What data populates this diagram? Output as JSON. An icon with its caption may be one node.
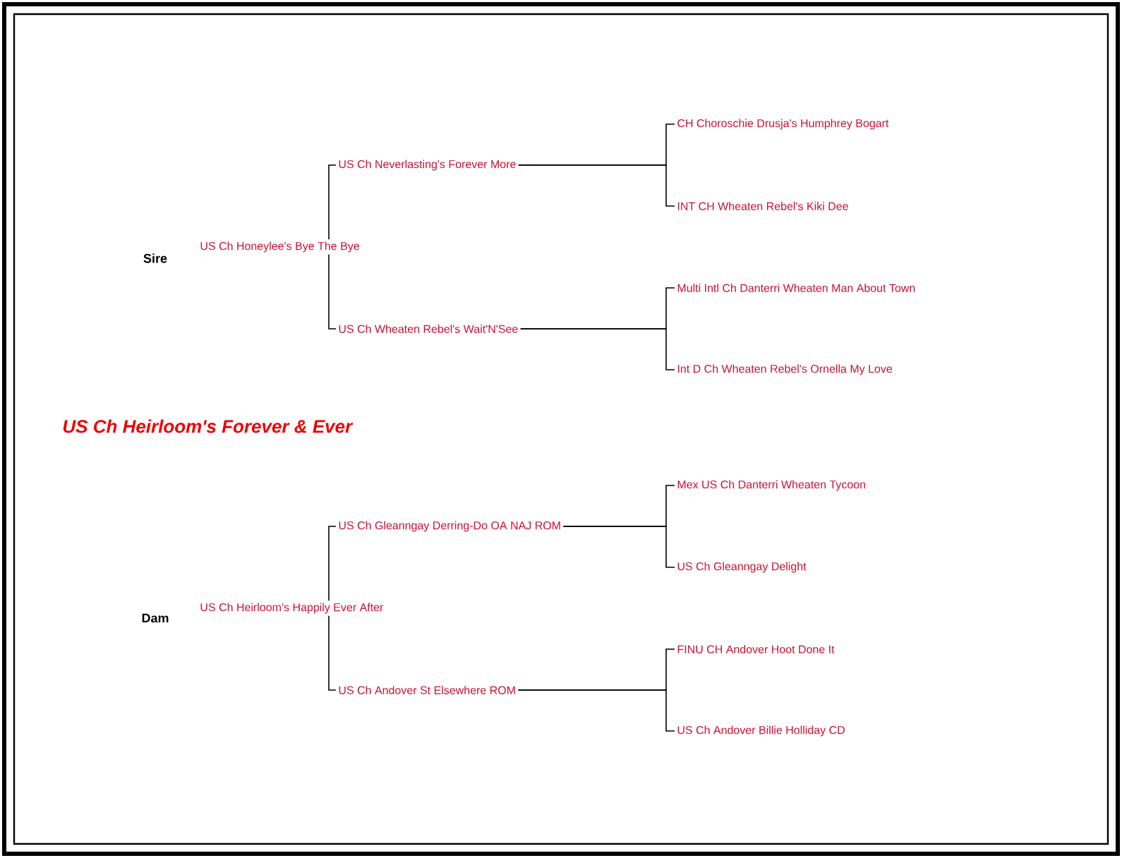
{
  "diagram": {
    "title": "US Ch Heirloom's Forever & Ever",
    "nodes": [
      {
        "text": [
          "US Ch Honeylee's Bye The Bye"
        ]
      },
      {
        "text": [
          "US Ch Neverlasting's Forever More"
        ]
      },
      {
        "text": [
          "CH Choroschie Drusja's Humphrey Bogart"
        ]
      },
      {
        "text": [
          "INT CH Wheaten Rebel's Kiki Dee"
        ]
      },
      {
        "text": [
          "US Ch Wheaten Rebel's Wait'N'See"
        ]
      },
      {
        "text": [
          "Multi Intl Ch Danterri Wheaten Man About Town"
        ]
      },
      {
        "text": [
          "Int D Ch Wheaten Rebel's Ornella My Love"
        ]
      },
      {
        "text": [
          "US Ch Heirloom's Happily Ever After"
        ]
      },
      {
        "text": [
          "US Ch Gleanngay Derring-Do OA NAJ ROM"
        ]
      },
      {
        "text": [
          "Mex US Ch Danterri Wheaten Tycoon"
        ]
      },
      {
        "text": [
          "US Ch Gleanngay Delight"
        ]
      },
      {
        "text": [
          "US Ch Andover St Elsewhere ROM"
        ]
      },
      {
        "text": [
          "FINU CH Andover Hoot Done It"
        ]
      },
      {
        "text": [
          "US Ch Andover Billie Holliday CD"
        ]
      }
    ],
    "edges": [
      {
        "from": 0,
        "to": 1,
        "arrow": "none"
      },
      {
        "from": 0,
        "to": 4,
        "arrow": "none"
      },
      {
        "from": 1,
        "to": 2,
        "arrow": "none"
      },
      {
        "from": 1,
        "to": 3,
        "arrow": "none"
      },
      {
        "from": 4,
        "to": 5,
        "arrow": "none"
      },
      {
        "from": 4,
        "to": 6,
        "arrow": "none"
      },
      {
        "from": 7,
        "to": 8,
        "arrow": "none"
      },
      {
        "from": 7,
        "to": 11,
        "arrow": "none"
      },
      {
        "from": 8,
        "to": 9,
        "arrow": "none"
      },
      {
        "from": 8,
        "to": 10,
        "arrow": "none"
      },
      {
        "from": 11,
        "to": 12,
        "arrow": "none"
      },
      {
        "from": 11,
        "to": 13,
        "arrow": "none"
      }
    ],
    "labels": [
      "Sire",
      "Dam"
    ]
  }
}
